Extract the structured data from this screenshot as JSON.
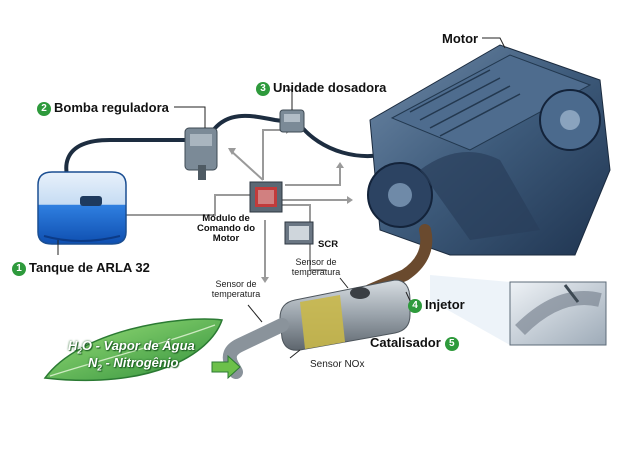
{
  "labels": {
    "motor": "Motor",
    "unidade_dosadora": "Unidade dosadora",
    "bomba_reguladora": "Bomba reguladora",
    "tanque": "Tanque de ARLA 32",
    "modulo": "Módulo de Comando do Motor",
    "scr": "SCR",
    "sensor_temp_1": "Sensor de temperatura",
    "sensor_temp_2": "Sensor de temperatura",
    "injetor": "Injetor",
    "catalisador": "Catalisador",
    "sensor_nox": "Sensor NOx"
  },
  "numbers": {
    "tanque": "1",
    "bomba_reguladora": "2",
    "unidade_dosadora": "3",
    "injetor": "4",
    "catalisador": "5"
  },
  "leaf": {
    "line1_prefix": "H",
    "line1_sub": "2",
    "line1_suffix": "O - Vapor de Água",
    "line2_prefix": "N",
    "line2_sub": "2",
    "line2_suffix": " - Nitrogênio"
  },
  "colors": {
    "badge": "#2e9a3c",
    "leaf": "#4caf50",
    "arla_liquid": "#1e6fd9",
    "engine": "#3d5a7a",
    "catalyst_core": "#c9b84a",
    "exhaust": "#9aa3ab"
  }
}
